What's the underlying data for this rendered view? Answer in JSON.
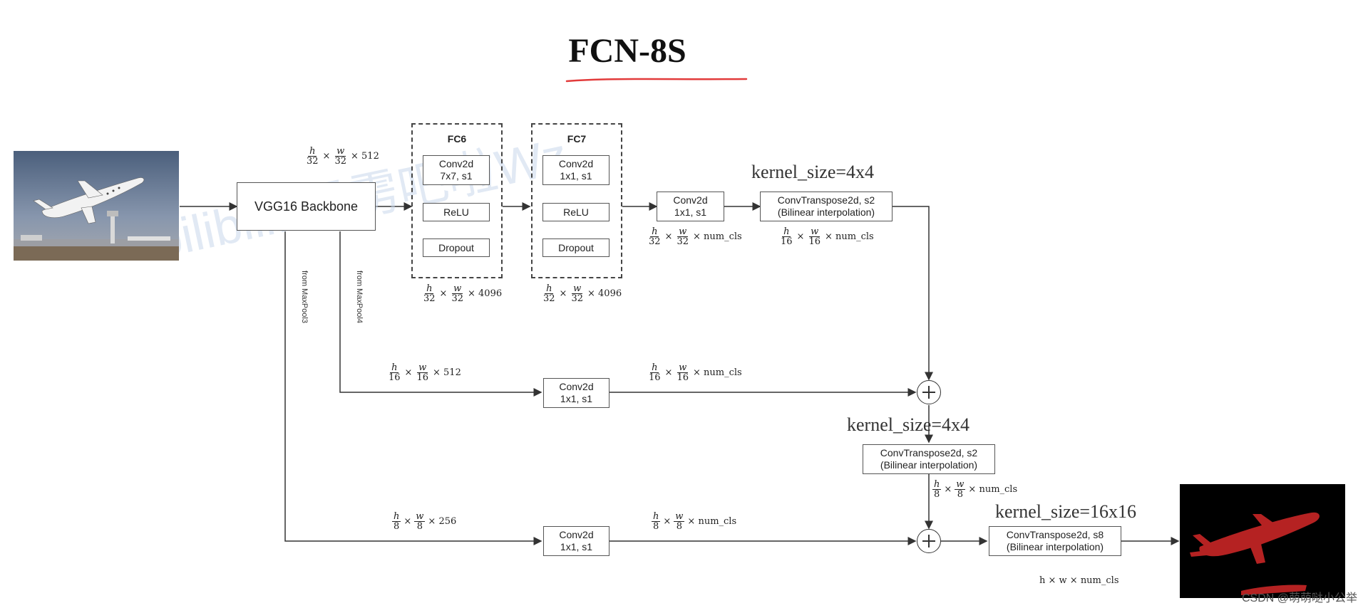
{
  "title": "FCN-8S",
  "watermark": "bilibili: 霹雳吧啦Wz",
  "credit": "CSDN @萌萌哒小公举",
  "colors": {
    "title_underline": "#e23b3b",
    "output_mask": "#b52222",
    "box_border": "#555555"
  },
  "backbone": {
    "label": "VGG16 Backbone"
  },
  "fc6": {
    "label": "FC6",
    "layers": [
      {
        "l1": "Conv2d",
        "l2": "7x7, s1"
      },
      {
        "l1": "ReLU"
      },
      {
        "l1": "Dropout"
      }
    ]
  },
  "fc7": {
    "label": "FC7",
    "layers": [
      {
        "l1": "Conv2d",
        "l2": "1x1, s1"
      },
      {
        "l1": "ReLU"
      },
      {
        "l1": "Dropout"
      }
    ]
  },
  "conv_top": {
    "l1": "Conv2d",
    "l2": "1x1, s1"
  },
  "conv_mid": {
    "l1": "Conv2d",
    "l2": "1x1, s1"
  },
  "conv_bot": {
    "l1": "Conv2d",
    "l2": "1x1, s1"
  },
  "deconv1": {
    "l1": "ConvTranspose2d, s2",
    "l2": "(Bilinear interpolation)"
  },
  "deconv2": {
    "l1": "ConvTranspose2d, s2",
    "l2": "(Bilinear interpolation)"
  },
  "deconv3": {
    "l1": "ConvTranspose2d, s8",
    "l2": "(Bilinear interpolation)"
  },
  "kernels": {
    "k1": "kernel_size=4x4",
    "k2": "kernel_size=4x4",
    "k3": "kernel_size=16x16"
  },
  "side_labels": {
    "pool3": "from MaxPool3",
    "pool4": "from MaxPool4"
  },
  "dims": {
    "backbone_out": {
      "n1": "h",
      "d1": "32",
      "n2": "w",
      "d2": "32",
      "tail": "× 512"
    },
    "fc6_out": {
      "n1": "h",
      "d1": "32",
      "n2": "w",
      "d2": "32",
      "tail": "× 4096"
    },
    "fc7_out": {
      "n1": "h",
      "d1": "32",
      "n2": "w",
      "d2": "32",
      "tail": "× 4096"
    },
    "conv_top_out": {
      "n1": "h",
      "d1": "32",
      "n2": "w",
      "d2": "32",
      "tail": "× num_cls"
    },
    "deconv1_out": {
      "n1": "h",
      "d1": "16",
      "n2": "w",
      "d2": "16",
      "tail": "× num_cls"
    },
    "pool4_in": {
      "n1": "h",
      "d1": "16",
      "n2": "w",
      "d2": "16",
      "tail": "× 512"
    },
    "conv_mid_out": {
      "n1": "h",
      "d1": "16",
      "n2": "w",
      "d2": "16",
      "tail": "× num_cls"
    },
    "deconv2_out": {
      "n1": "h",
      "d1": "8",
      "n2": "w",
      "d2": "8",
      "tail": "× num_cls"
    },
    "pool3_in": {
      "n1": "h",
      "d1": "8",
      "n2": "w",
      "d2": "8",
      "tail": "× 256"
    },
    "conv_bot_out": {
      "n1": "h",
      "d1": "8",
      "n2": "w",
      "d2": "8",
      "tail": "× num_cls"
    },
    "final_out": {
      "text": "h × w × num_cls"
    }
  }
}
